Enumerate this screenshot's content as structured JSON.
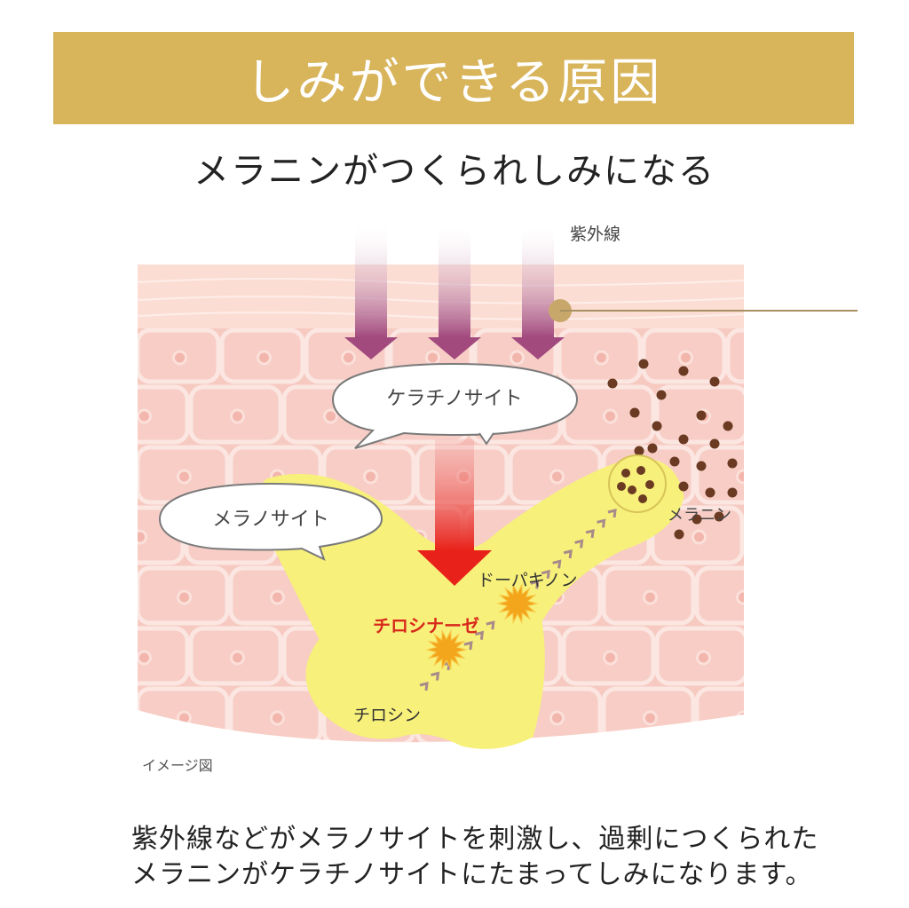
{
  "header": {
    "title": "しみができる原因",
    "subtitle": "メラニンがつくられしみになる"
  },
  "diagram": {
    "uv_label": "紫外線",
    "keratinocyte_label": "ケラチノサイト",
    "melanocyte_label": "メラノサイト",
    "melanin_label": "メラニン",
    "dopaquinone_label": "ドーパキノン",
    "tyrosinase_label": "チロシナーゼ",
    "tyrosine_label": "チロシン",
    "image_note": "イメージ図",
    "colors": {
      "banner": "#d8b45a",
      "skin": "#f6c9c1",
      "cell_border": "#fbe6e1",
      "uv_arrow": "#a24a7e",
      "red_arrow": "#e8221a",
      "melanocyte": "#f7f07a",
      "melanin_dot": "#6b3a22",
      "tyrosinase": "#d8291d"
    }
  },
  "caption": {
    "line1": "紫外線などがメラノサイトを刺激し、過剰につくられた",
    "line2": "メラニンがケラチノサイトにたまってしみになります。"
  }
}
